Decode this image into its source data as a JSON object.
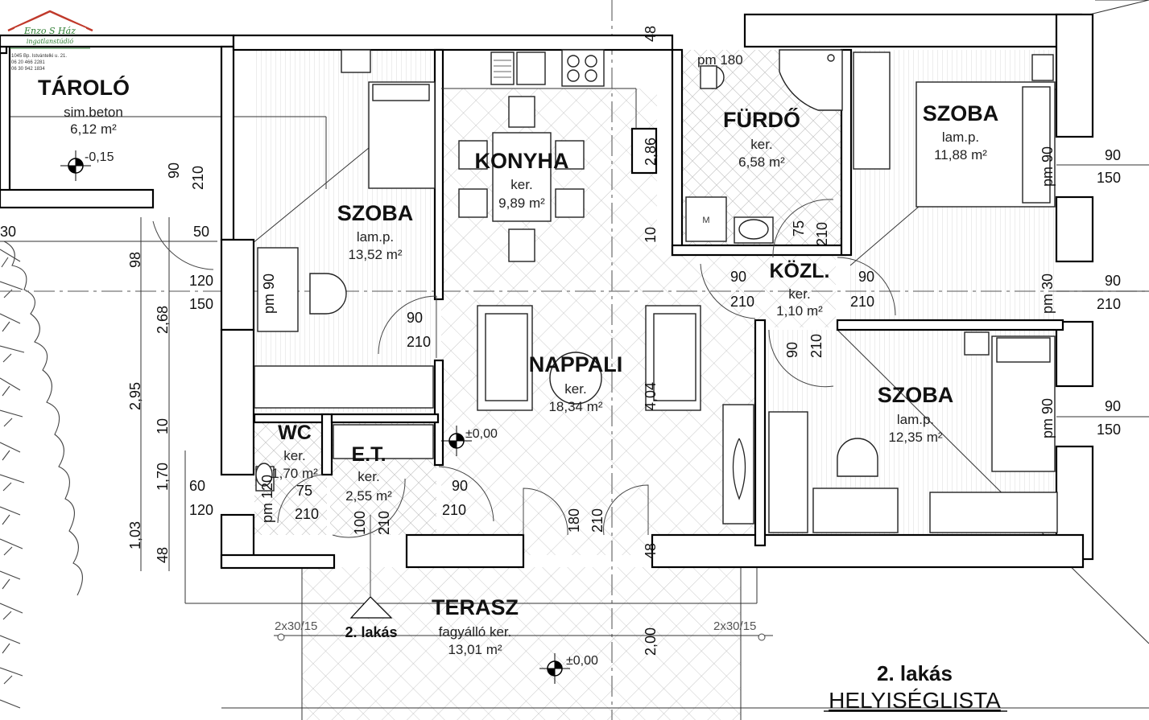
{
  "logo": {
    "brand": "Enzo S Ház",
    "tagline": "ingatlanstúdió",
    "address": "1045 Bp. Istvántelki u. 21.",
    "phone1": "06 20 466 2281",
    "phone2": "06 30 942 1834"
  },
  "rooms": {
    "tarolo": {
      "name": "TÁROLÓ",
      "floor": "sim.beton",
      "area": "6,12 m²",
      "level": "-0,15"
    },
    "szoba1": {
      "name": "SZOBA",
      "floor": "lam.p.",
      "area": "13,52 m²"
    },
    "konyha": {
      "name": "KONYHA",
      "floor": "ker.",
      "area": "9,89 m²"
    },
    "furdo": {
      "name": "FÜRDŐ",
      "floor": "ker.",
      "area": "6,58 m²",
      "pm": "pm 180"
    },
    "szoba2": {
      "name": "SZOBA",
      "floor": "lam.p.",
      "area": "11,88 m²"
    },
    "kozl": {
      "name": "KÖZL.",
      "floor": "ker.",
      "area": "1,10 m²"
    },
    "nappali": {
      "name": "NAPPALI",
      "floor": "ker.",
      "area": "18,34 m²",
      "level": "±0,00"
    },
    "szoba3": {
      "name": "SZOBA",
      "floor": "lam.p.",
      "area": "12,35 m²"
    },
    "wc": {
      "name": "WC",
      "floor": "ker.",
      "area": "1,70 m²"
    },
    "et": {
      "name": "E.T.",
      "floor": "ker.",
      "area": "2,55 m²"
    },
    "terasz": {
      "name": "TERASZ",
      "floor": "fagyálló ker.",
      "area": "13,01 m²",
      "level": "±0,00",
      "unit": "2. lakás"
    }
  },
  "dimensions": {
    "d48": "48",
    "d286": "2,86",
    "d10": "10",
    "d404": "4,04",
    "d200": "2,00",
    "d90a": "90",
    "d210a": "210",
    "d50": "50",
    "d30": "30",
    "d98": "98",
    "d120": "120",
    "d150": "150",
    "d268": "2,68",
    "d295": "2,95",
    "d170": "1,70",
    "d103": "1,03",
    "d48b": "48",
    "d10b": "10",
    "d60": "60",
    "d120b": "120",
    "pm90a": "pm 90",
    "door90": "90",
    "door210": "210",
    "wc75": "75",
    "wc210": "210",
    "pm120": "pm 120",
    "et100": "100",
    "et210": "210",
    "et90": "90",
    "et210b": "210",
    "main180": "180",
    "main210": "210",
    "k75": "75",
    "k210": "210",
    "k90a": "90",
    "k210a": "210",
    "k90b": "90",
    "k210b": "210",
    "s3_90": "90",
    "s3_210": "210",
    "r_90a": "90",
    "r_150a": "150",
    "r_90b": "90",
    "r_210b": "210",
    "r_90c": "90",
    "r_150c": "150",
    "pm90b": "pm 90",
    "pm30": "pm 30",
    "pm90c": "pm 90",
    "stair1": "2x30/15",
    "stair2": "2x30/15",
    "d48c": "48"
  },
  "footer": {
    "unit": "2. lakás",
    "title": "HELYISÉGLISTA"
  }
}
